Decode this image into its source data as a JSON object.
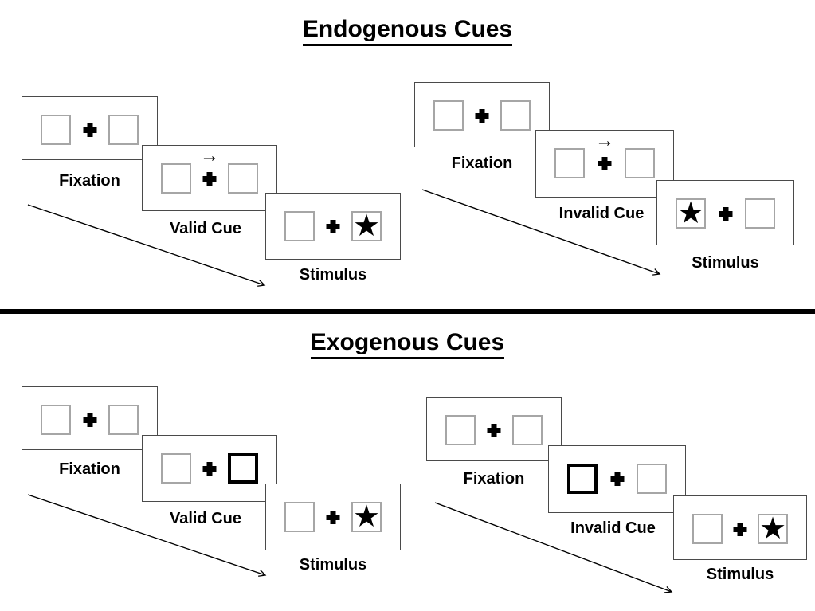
{
  "figure": {
    "kind": "posner-cueing-task-diagram"
  },
  "colors": {
    "background": "#ffffff",
    "card_border": "#4a4a4a",
    "placeholder_border": "#a6a6a6",
    "cue_highlight_border": "#000000",
    "ink": "#000000"
  },
  "glyphs": {
    "star": "★",
    "cue_arrow": "→"
  },
  "sections": [
    {
      "title": "Endogenous Cues",
      "panels": [
        {
          "cue_kind": "central-arrow",
          "cue_direction": "right",
          "stimulus_side": "right",
          "steps": [
            {
              "label": "Fixation"
            },
            {
              "label": "Valid Cue"
            },
            {
              "label": "Stimulus"
            }
          ]
        },
        {
          "cue_kind": "central-arrow",
          "cue_direction": "right",
          "stimulus_side": "left",
          "steps": [
            {
              "label": "Fixation"
            },
            {
              "label": "Invalid Cue"
            },
            {
              "label": "Stimulus"
            }
          ]
        }
      ]
    },
    {
      "title": "Exogenous Cues",
      "panels": [
        {
          "cue_kind": "peripheral-highlight",
          "highlight_side": "right",
          "stimulus_side": "right",
          "steps": [
            {
              "label": "Fixation"
            },
            {
              "label": "Valid Cue"
            },
            {
              "label": "Stimulus"
            }
          ]
        },
        {
          "cue_kind": "peripheral-highlight",
          "highlight_side": "left",
          "stimulus_side": "right",
          "steps": [
            {
              "label": "Fixation"
            },
            {
              "label": "Invalid Cue"
            },
            {
              "label": "Stimulus"
            }
          ]
        }
      ]
    }
  ]
}
